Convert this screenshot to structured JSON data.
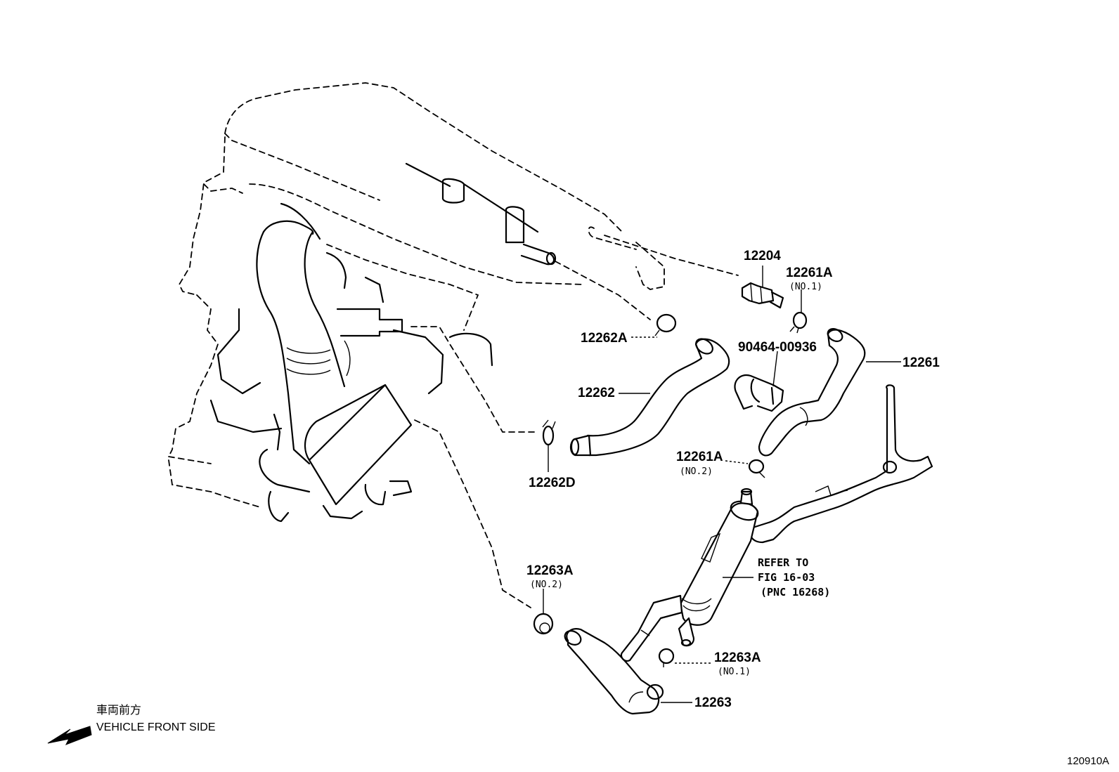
{
  "diagram": {
    "figure_code": "120910A",
    "direction": {
      "jp": "車両前方",
      "en": "VEHICLE FRONT SIDE"
    },
    "parts": {
      "p12204": "12204",
      "p12261A_1": "12261A",
      "p12261A_1_sub": "(NO.1)",
      "p12262A": "12262A",
      "p90464": "90464-00936",
      "p12261": "12261",
      "p12262": "12262",
      "p12261A_2": "12261A",
      "p12261A_2_sub": "(NO.2)",
      "p12262D": "12262D",
      "p12263A_2": "12263A",
      "p12263A_2_sub": "(NO.2)",
      "p12263A_1": "12263A",
      "p12263A_1_sub": "(NO.1)",
      "p12263": "12263"
    },
    "refer": {
      "line1": "REFER TO",
      "line2": "FIG 16-03",
      "line3": "(PNC 16268)"
    }
  }
}
